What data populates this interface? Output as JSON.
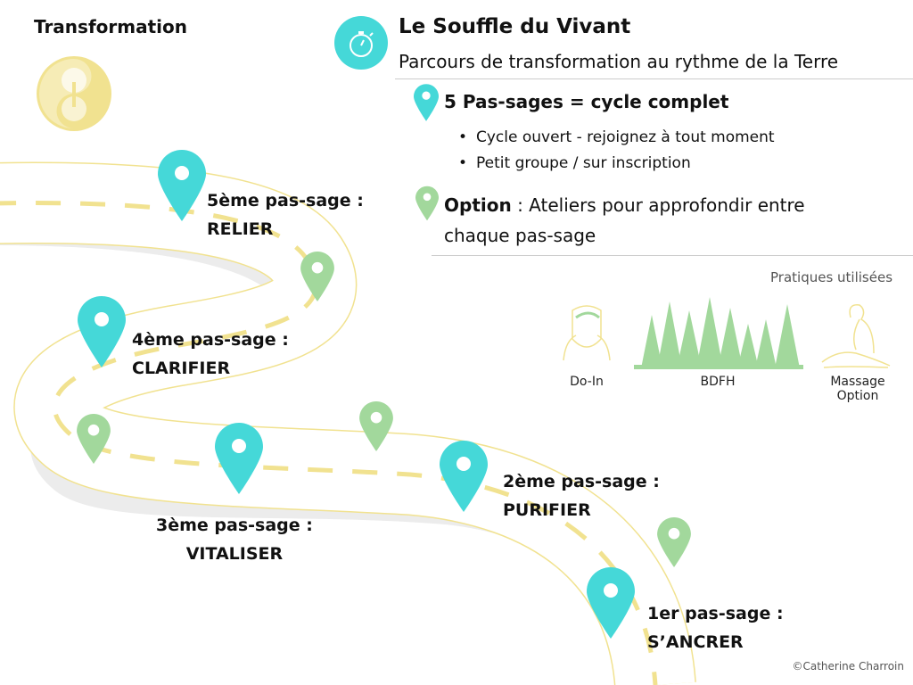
{
  "header": {
    "category": "Transformation",
    "title": "Le Souffle du Vivant",
    "subtitle": "Parcours de transformation au rythme de la Terre"
  },
  "legend": {
    "main_label": "5 Pas-sages = cycle complet",
    "bullets": [
      "Cycle ouvert - rejoignez à tout moment",
      "Petit groupe / sur inscription"
    ],
    "option_bold": "Option",
    "option_text": " : Ateliers pour approfondir entre chaque pas-sage"
  },
  "practices": {
    "title": "Pratiques utilisées",
    "items": [
      {
        "label": "Do-In",
        "icon": "face-massage-icon"
      },
      {
        "label": "BDFH",
        "icon": "forest-icon"
      },
      {
        "label": "Massage Option",
        "icon": "massage-icon"
      }
    ]
  },
  "steps": [
    {
      "heading": "1er pas-sage :",
      "name": "S’ANCRER"
    },
    {
      "heading": "2ème pas-sage :",
      "name": "PURIFIER"
    },
    {
      "heading": "3ème pas-sage :",
      "name": "VITALISER"
    },
    {
      "heading": "4ème pas-sage :",
      "name": "CLARIFIER"
    },
    {
      "heading": "5ème pas-sage :",
      "name": "RELIER"
    }
  ],
  "copyright": "©Catherine Charroin",
  "colors": {
    "cyan": "#45d8d8",
    "green": "#a2d89c",
    "yellow": "#f1e290",
    "shadow": "#ececec"
  }
}
